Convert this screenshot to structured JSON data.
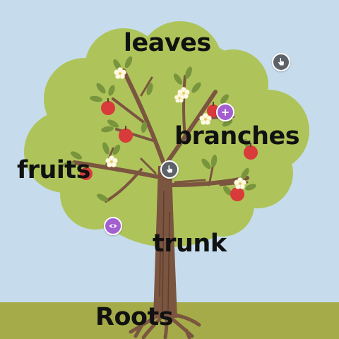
{
  "labels": {
    "leaves": "leaves",
    "branches": "branches",
    "fruits": "fruits",
    "trunk": "trunk",
    "roots": "Roots"
  },
  "hotspots": [
    {
      "name": "hand-pointer-icon",
      "color": "#5d6168"
    },
    {
      "name": "plus-icon",
      "color": "#a45fcf"
    },
    {
      "name": "hand-pointer-icon",
      "color": "#5d6168"
    },
    {
      "name": "eye-icon",
      "color": "#a45fcf"
    }
  ],
  "colors": {
    "sky": "#c6dcec",
    "ground": "#a4ab48",
    "foliage": "#aec45a",
    "trunk": "#7b5540",
    "apple": "#d93a3a",
    "blossom": "#fffbe6",
    "leaf": "#78943c"
  }
}
